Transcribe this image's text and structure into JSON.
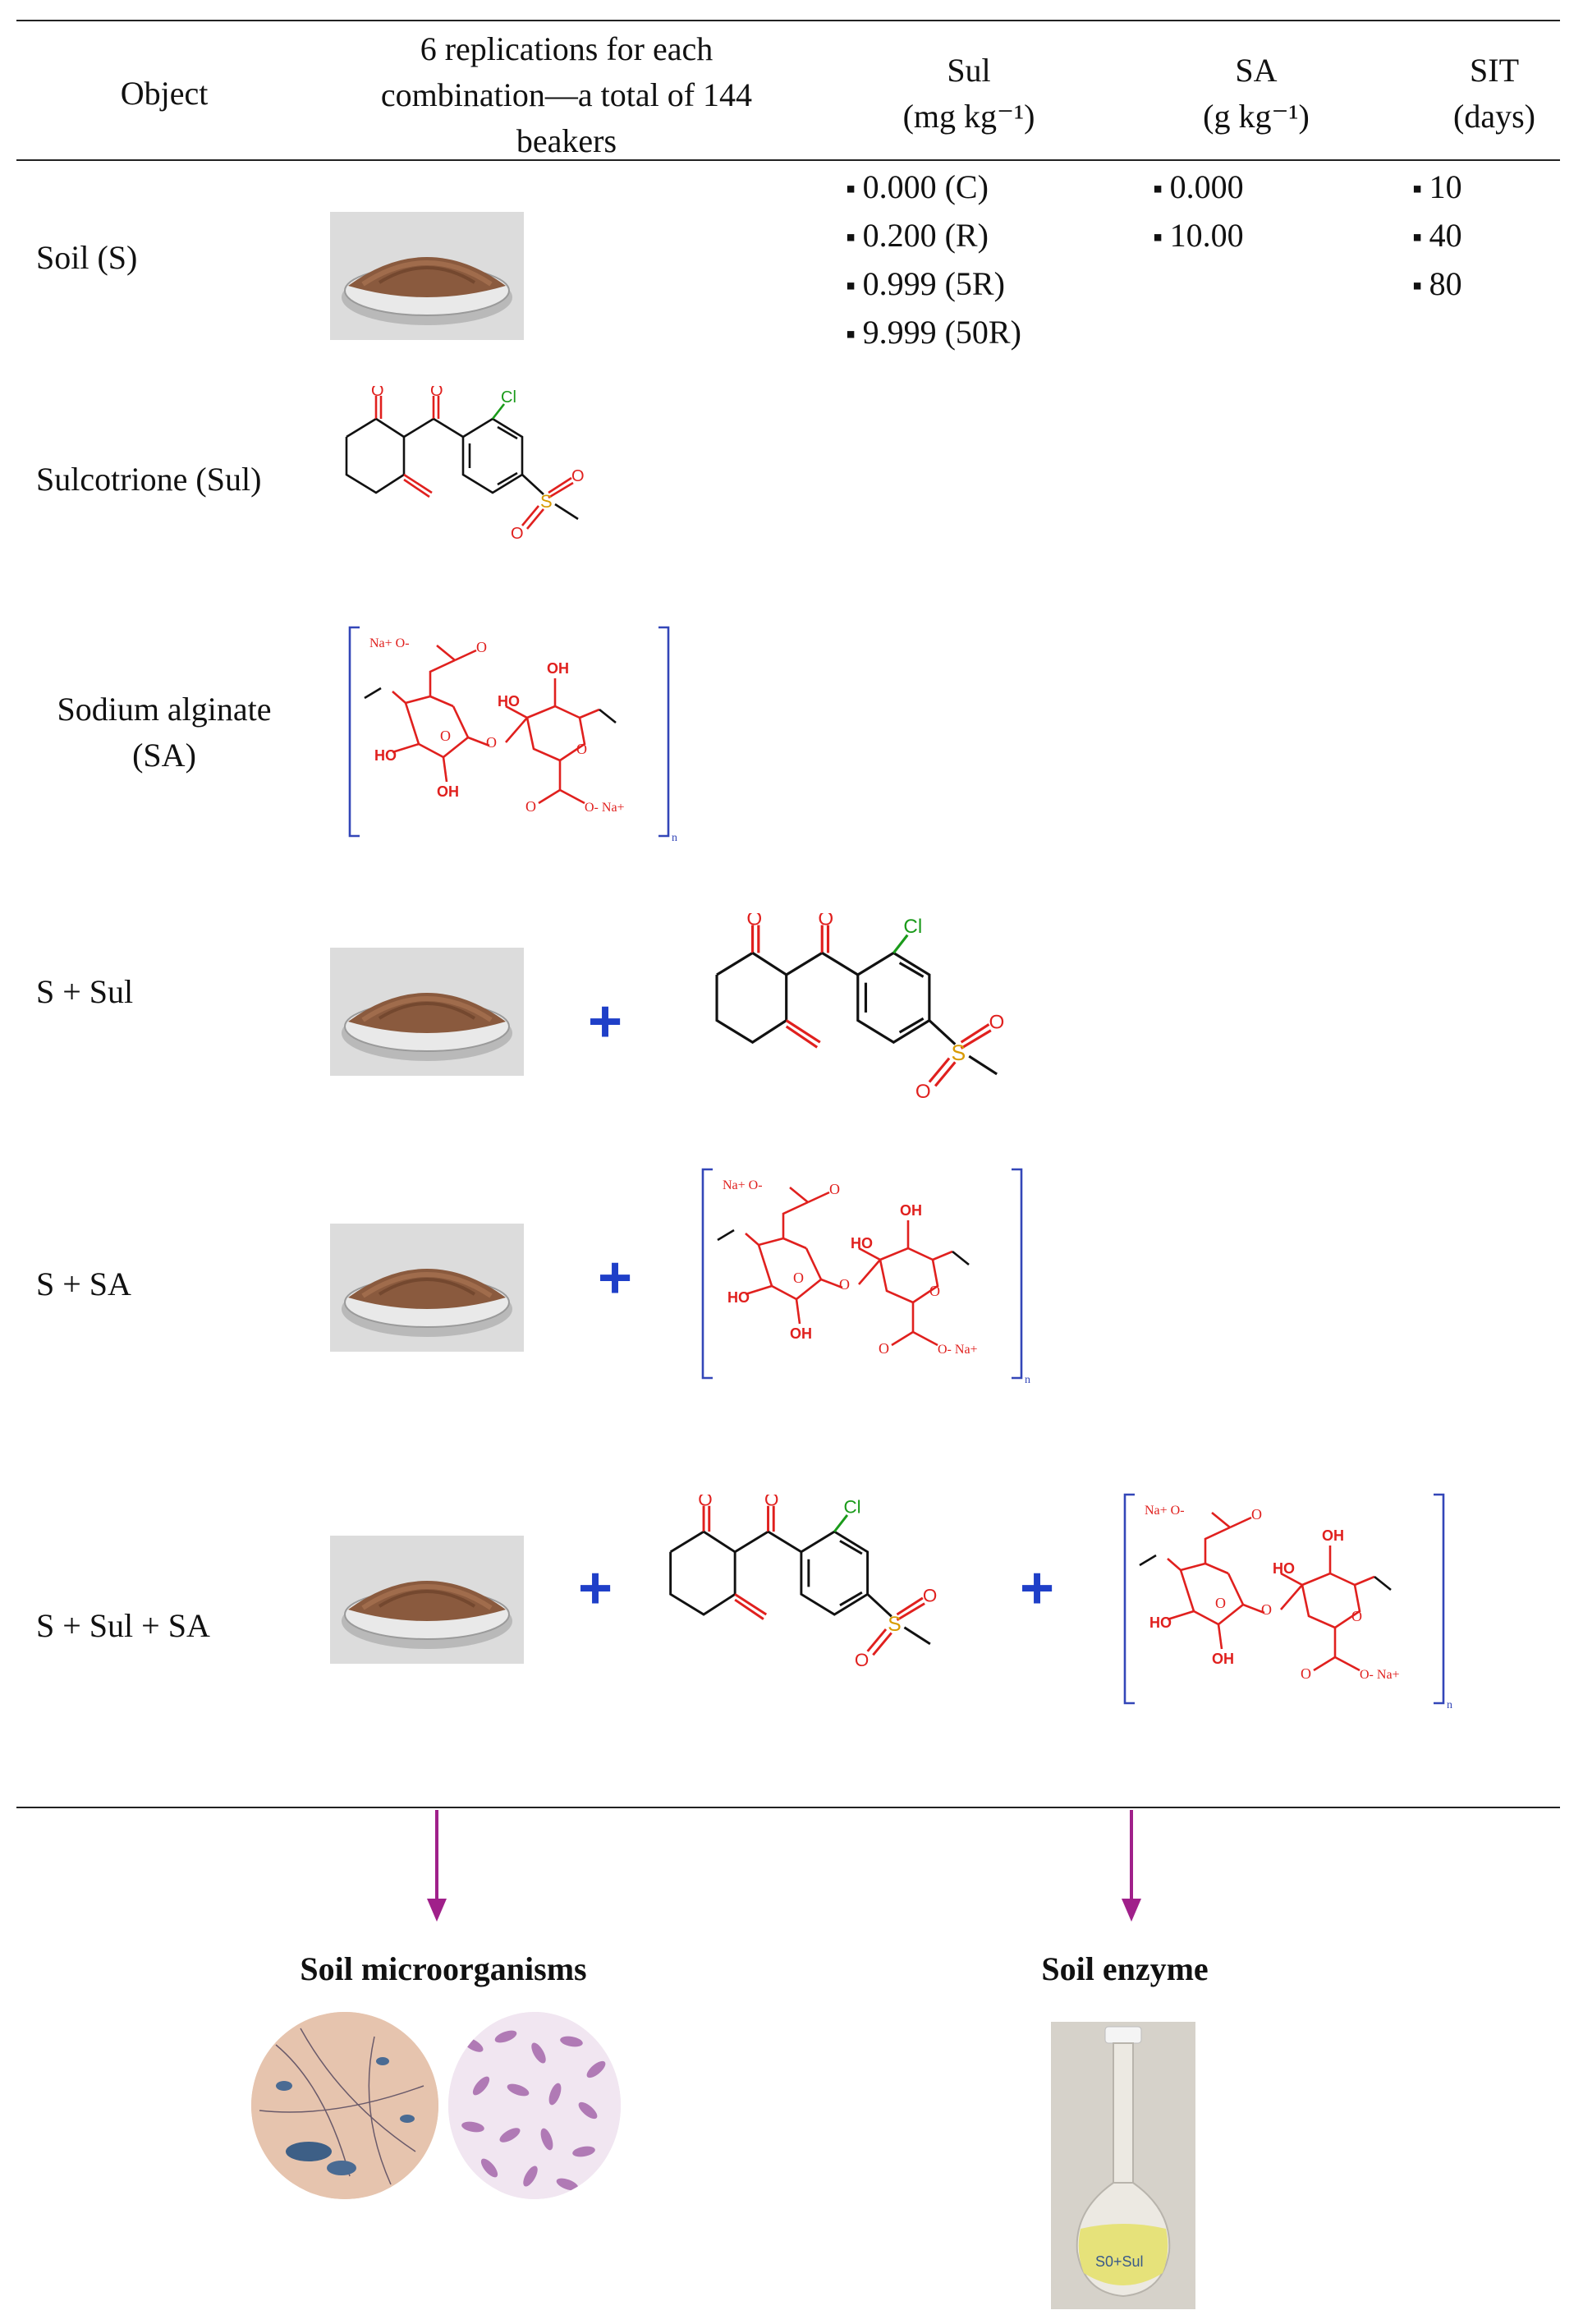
{
  "header": {
    "object": "Object",
    "replications_l1": "6 replications for each",
    "replications_l2": "combination—a total of 144",
    "replications_l3": "beakers",
    "sul": "Sul",
    "sul_unit": "(mg kg⁻¹)",
    "sa": "SA",
    "sa_unit": "(g kg⁻¹)",
    "sit": "SIT",
    "sit_unit": "(days)"
  },
  "doses": {
    "sul": [
      "0.000 (C)",
      "0.200 (R)",
      "0.999 (5R)",
      "9.999 (50R)"
    ],
    "sa": [
      "0.000",
      "10.00"
    ],
    "sit": [
      "10",
      "40",
      "80"
    ]
  },
  "rows": {
    "soil": "Soil (S)",
    "sulcotrione": "Sulcotrione (Sul)",
    "alginate_l1": "Sodium alginate",
    "alginate_l2": "(SA)",
    "s_sul": "S + Sul",
    "s_sa": "S + SA",
    "s_sul_sa": "S + Sul + SA"
  },
  "plus": "+",
  "chem": {
    "o": "O",
    "cl": "Cl",
    "s": "S",
    "na_o": "Na+ O-",
    "o_na": "O- Na+",
    "oh": "OH",
    "ho": "HO",
    "n": "n"
  },
  "outputs": {
    "microorganisms": "Soil microorganisms",
    "enzyme": "Soil enzyme",
    "flask_label": "S0+Sul"
  },
  "colors": {
    "rule": "#222222",
    "plus": "#1f3fc8",
    "arrow": "#a0208a",
    "chem_red": "#e0201e",
    "chem_green": "#1a9a1a",
    "chem_orange": "#d89a00",
    "bracket": "#3346b8"
  }
}
